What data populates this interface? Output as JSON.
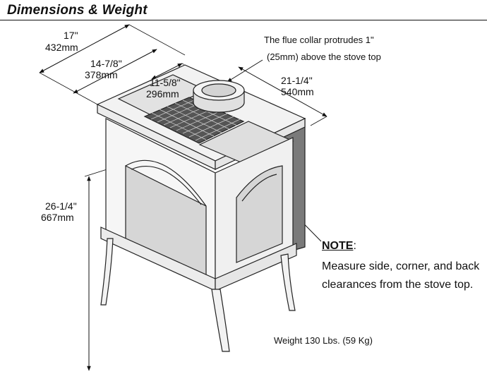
{
  "title": "Dimensions & Weight",
  "dimensions": {
    "depth_in": "17\"",
    "depth_mm": "432mm",
    "top_depth_in": "14-7/8\"",
    "top_depth_mm": "378mm",
    "flue_offset_in": "11-5/8\"",
    "flue_offset_mm": "296mm",
    "width_in": "21-1/4\"",
    "width_mm": "540mm",
    "height_in": "26-1/4\"",
    "height_mm": "667mm"
  },
  "flue_note": {
    "line1": "The flue collar protrudes 1\"",
    "line2": "(25mm) above the stove top"
  },
  "note": {
    "heading": "NOTE",
    "colon": ":",
    "line1": "Measure side, corner, and back",
    "line2": "clearances from the stove top."
  },
  "weight": "Weight 130 Lbs. (59 Kg)"
}
